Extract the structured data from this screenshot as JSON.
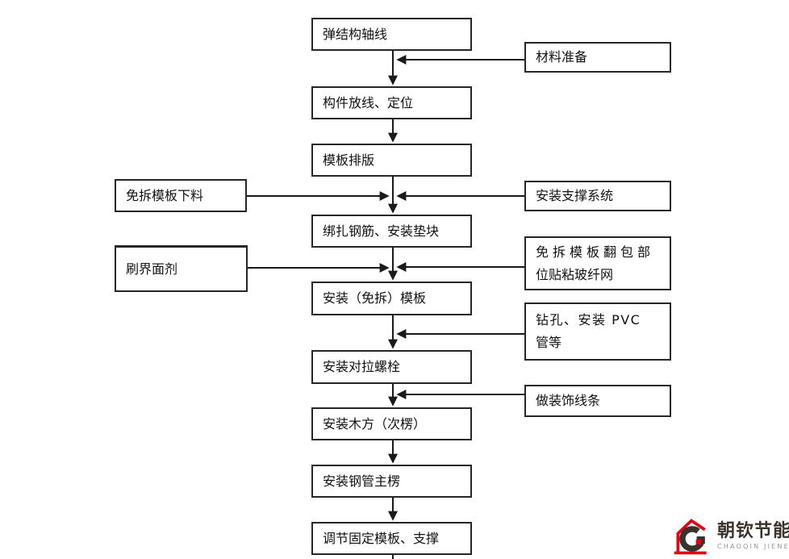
{
  "flowchart": {
    "main_steps": [
      "弹结构轴线",
      "构件放线、定位",
      "模板排版",
      "绑扎钢筋、安装垫块",
      "安装（免拆）模板",
      "安装对拉螺栓",
      "安装木方（次楞）",
      "安装钢管主楞",
      "调节固定模板、支撑"
    ],
    "left_inputs": [
      {
        "label": "免拆模板下料"
      },
      {
        "label": "刷界面剂"
      }
    ],
    "right_inputs": [
      {
        "lines": [
          "材料准备"
        ]
      },
      {
        "lines": [
          "安装支撑系统"
        ]
      },
      {
        "lines": [
          "免拆模板翻包部",
          "位贴粘玻纤网"
        ]
      },
      {
        "lines": [
          "钻孔、安装 PVC",
          "管等"
        ]
      },
      {
        "lines": [
          "做装饰线条"
        ]
      }
    ],
    "line_color": "#1a1a1a"
  },
  "logo": {
    "name": "朝钦节能",
    "subtitle": "CHAOQIN JIENENG",
    "accent_color": "#e60012",
    "text_color": "#3a332d"
  }
}
